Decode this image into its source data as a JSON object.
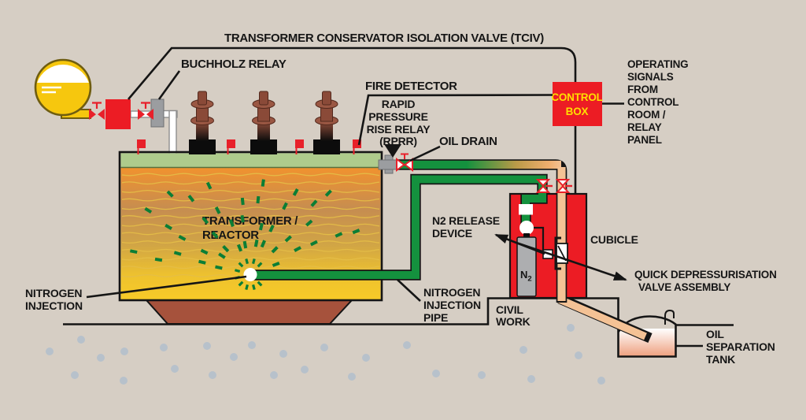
{
  "title": "TRANSFORMER CONSERVATOR ISOLATION VALVE (TCIV)",
  "labels": {
    "buchholz_relay": "BUCHHOLZ RELAY",
    "fire_detector": "FIRE DETECTOR",
    "rprr": [
      "RAPID",
      "PRESSURE",
      "RISE RELAY",
      "(RPRR)"
    ],
    "oil_drain": "OIL DRAIN",
    "control_box": [
      "CONTROL",
      "BOX"
    ],
    "operating_signals": [
      "OPERATING",
      "SIGNALS",
      "FROM",
      "CONTROL",
      "ROOM /",
      "RELAY",
      "PANEL"
    ],
    "n2_release_device": [
      "N2 RELEASE",
      "DEVICE"
    ],
    "cubicle": "CUBICLE",
    "quick_depressurisation": [
      "QUICK DEPRESSURISATION",
      "VALVE ASSEMBLY"
    ],
    "nitrogen_injection": [
      "NITROGEN",
      "INJECTION"
    ],
    "nitrogen_injection_pipe": [
      "NITROGEN",
      "INJECTION",
      "PIPE"
    ],
    "civil_work": [
      "CIVIL",
      "WORK"
    ],
    "oil_separation_tank": [
      "OIL",
      "SEPARATION",
      "TANK"
    ],
    "transformer_reactor": [
      "TRANSFORMER /",
      "REACTOR"
    ],
    "n2_cylinder": {
      "symbol": "N",
      "subscript": "2"
    }
  },
  "colors": {
    "background": "#d6cec4",
    "diagram_red": "#ec1c24",
    "pipe_green": "#14913e",
    "pipe_peach": "#f4c295",
    "tank_lid_green": "#aecb8c",
    "oil_top": "#f1922e",
    "oil_mid": "#c68d50",
    "oil_bottom": "#f7ca28",
    "conservator_yellow": "#f6c70e",
    "control_text_yellow": "#ffdf00",
    "base_brown": "#a6523c",
    "gravel_dot": "#b7c1cb",
    "n2_bubble_green": "#0b7e35"
  }
}
